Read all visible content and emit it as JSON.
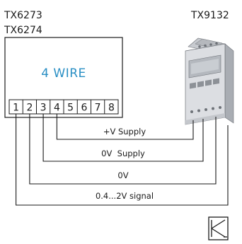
{
  "transmitter": {
    "models": [
      "TX6273",
      "TX6274"
    ],
    "title": "4 WIRE",
    "terminals": [
      "1",
      "2",
      "3",
      "4",
      "5",
      "6",
      "7",
      "8"
    ]
  },
  "indicator": {
    "model": "TX9132"
  },
  "wires": [
    {
      "terminal": "4",
      "label": "+V Supply"
    },
    {
      "terminal": "3",
      "label": "0V  Supply"
    },
    {
      "terminal": "2",
      "label": "0V"
    },
    {
      "terminal": "1",
      "label": "0.4...2V signal"
    }
  ],
  "colors": {
    "line": "#1a1a1a",
    "accent": "#2a8fc4",
    "device_body": "#d9dbdf",
    "device_shade": "#a9adb3"
  },
  "icons": {
    "logo": "bracket-k-logo-icon"
  }
}
